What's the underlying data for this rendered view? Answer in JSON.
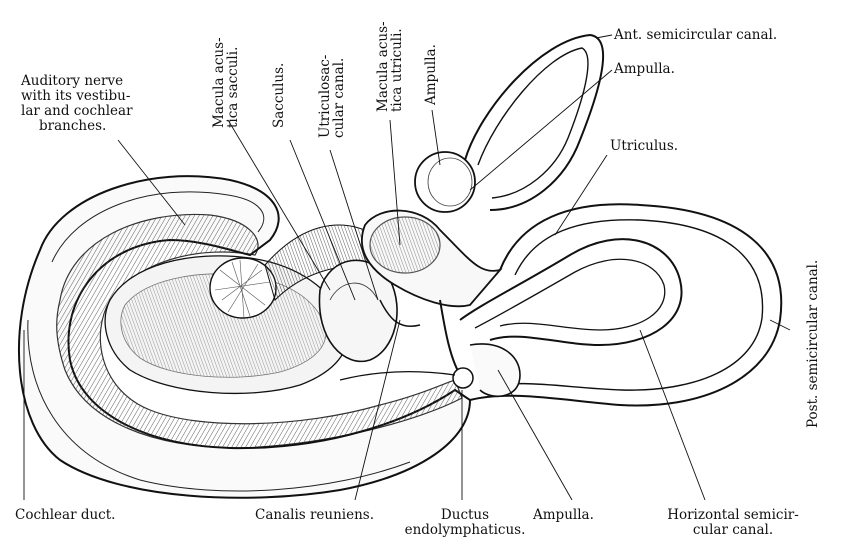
{
  "labels": {
    "auditory_nerve": [
      "Auditory   nerve",
      "with its vestibu-",
      "lar and cochlear",
      "branches."
    ],
    "macula_sacculi": [
      "Macula acus-",
      "tica sacculi."
    ],
    "sacculus": "Sacculus.",
    "utriculosaccular_canal": [
      "Utriculosac-",
      "cular canal."
    ],
    "macula_utriculi": [
      "Macula acus-",
      "tica utriculi."
    ],
    "ampulla_vertical": "Ampulla.",
    "ant_semicircular_canal": "Ant. semicircular canal.",
    "ampulla_upper": "Ampulla.",
    "utriculus": "Utriculus.",
    "post_semicircular_canal": "Post. semicircular canal.",
    "cochlear_duct": "Cochlear duct.",
    "canalis_reuniens": "Canalis reuniens.",
    "ductus_endolymphaticus": [
      "Ductus",
      "endolymphaticus."
    ],
    "ampulla_lower": "Ampulla.",
    "horizontal_semicircular_canal": [
      "Horizontal semicir-",
      "cular canal."
    ]
  }
}
